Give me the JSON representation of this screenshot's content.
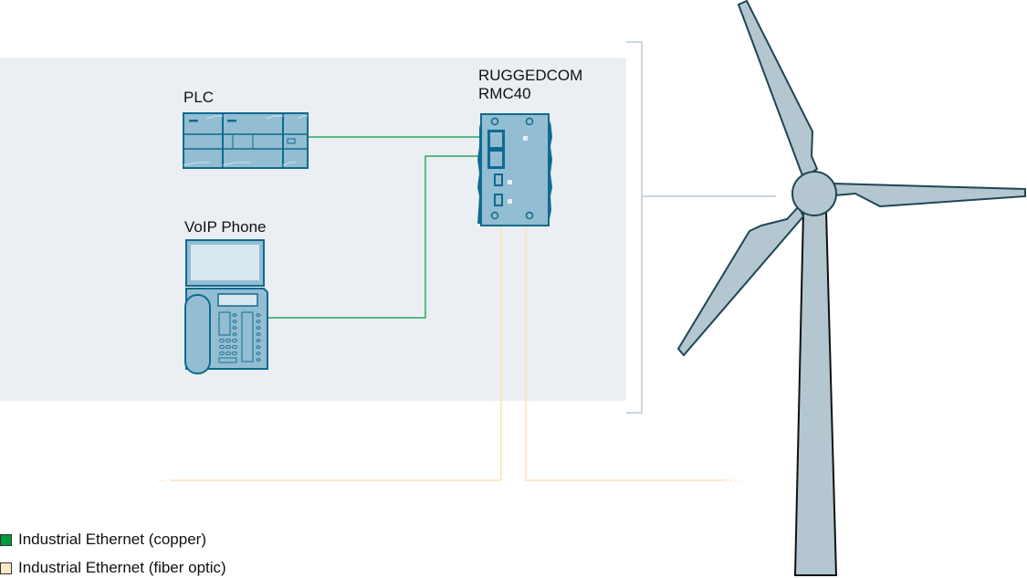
{
  "devices": {
    "plc": {
      "label": "PLC"
    },
    "voip_phone": {
      "label": "VoIP Phone"
    },
    "switch": {
      "label_line1": "RUGGEDCOM",
      "label_line2": "RMC40"
    },
    "wind_turbine": {
      "label": ""
    }
  },
  "connections": [
    {
      "from": "plc",
      "to": "switch",
      "type": "copper"
    },
    {
      "from": "voip_phone",
      "to": "switch",
      "type": "copper"
    },
    {
      "from": "switch",
      "to": "left-network",
      "type": "fiber"
    },
    {
      "from": "switch",
      "to": "right-network",
      "type": "fiber"
    }
  ],
  "legend": [
    {
      "label": "Industrial Ethernet (copper)",
      "color": "#009a3e"
    },
    {
      "label": "Industrial Ethernet (fiber optic)",
      "color": "#fce8c4"
    }
  ],
  "colors": {
    "zone_bg": "#ebeff3",
    "device_fill": "#93bdd2",
    "device_stroke": "#0f6a8f",
    "copper": "#2aa561",
    "fiber": "#fbe3bc",
    "turbine_fill": "#b4c7d0",
    "turbine_stroke": "#1e4654",
    "bracket": "#b9c9d3"
  }
}
